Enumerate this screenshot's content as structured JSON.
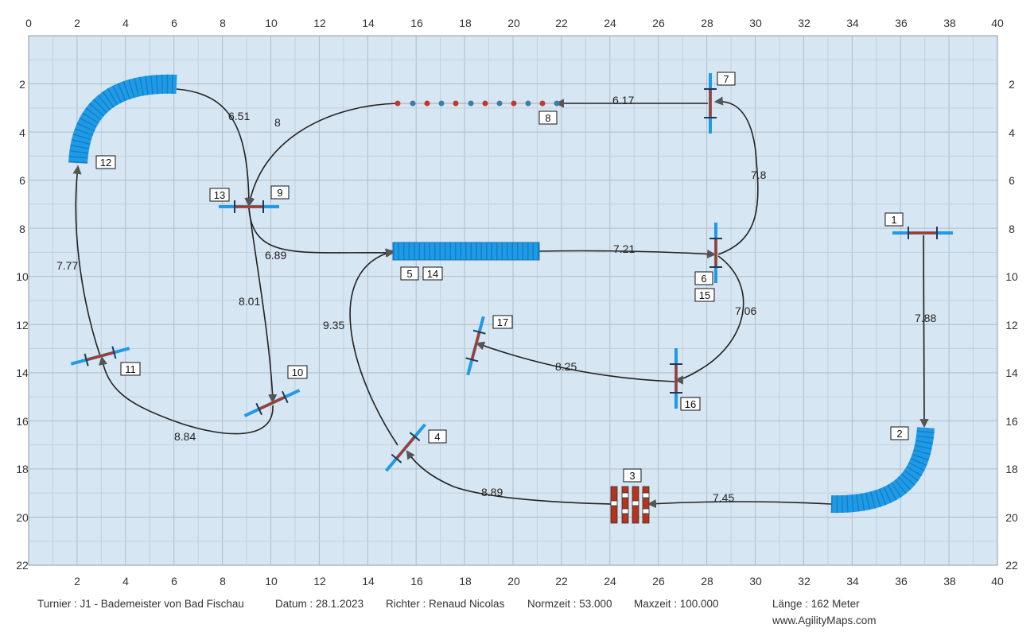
{
  "x_ticks": [
    "0",
    "2",
    "4",
    "6",
    "8",
    "10",
    "12",
    "14",
    "16",
    "18",
    "20",
    "22",
    "24",
    "26",
    "28",
    "30",
    "32",
    "34",
    "36",
    "38",
    "40"
  ],
  "y_ticks": [
    "2",
    "4",
    "6",
    "8",
    "10",
    "12",
    "14",
    "16",
    "18",
    "20",
    "22"
  ],
  "distances": {
    "d_1_2": "7.88",
    "d_2_3": "7.45",
    "d_3_4": "8.89",
    "d_4_5": "9.35",
    "d_5_6": "7.21",
    "d_6_7": "7.8",
    "d_7_8": "6.17",
    "d_8_9": "8",
    "d_9_10": "8.01",
    "d_10_11": "8.84",
    "d_11_12": "7.77",
    "d_12_13": "6.51",
    "d_13_14": "6.89",
    "d_15_16": "7.06",
    "d_16_17": "8.25"
  },
  "numbers": {
    "n1": "1",
    "n2": "2",
    "n3": "3",
    "n4": "4",
    "n5": "5",
    "n6": "6",
    "n7": "7",
    "n8": "8",
    "n9": "9",
    "n10": "10",
    "n11": "11",
    "n12": "12",
    "n13": "13",
    "n14": "14",
    "n15": "15",
    "n16": "16",
    "n17": "17"
  },
  "footer": {
    "turnier": "Turnier : J1 - Bademeister von Bad Fischau",
    "datum": "Datum : 28.1.2023",
    "richter": "Richter : Renaud Nicolas",
    "normzeit": "Normzeit : 53.000",
    "maxzeit": "Maxzeit : 100.000",
    "laenge": "Länge : 162 Meter",
    "website": "www.AgilityMaps.com"
  },
  "colors": {
    "field": "#d7e6f3",
    "grid": "#b9c5d0",
    "tunnel": "#1e9be8",
    "jump_bar": "#b5341c",
    "jump_wing": "#1f9be6",
    "path": "#222222"
  }
}
